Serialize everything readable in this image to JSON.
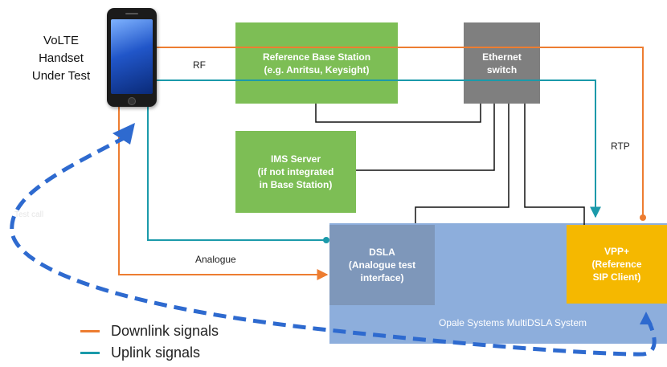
{
  "colors": {
    "downlink": "#ED7D31",
    "uplink": "#1B9AAA",
    "base_station": "#7DBE55",
    "ethernet_switch": "#7F7F7F",
    "ims": "#7DBE55",
    "system": "#8DAEDC",
    "dsla": "#7E97BA",
    "vpp": "#F5B800",
    "dashed": "#2E6ACF",
    "black_line": "#111111"
  },
  "handset": {
    "label": "VoLTE\nHandset\nUnder Test"
  },
  "base_station": {
    "label": "Reference Base Station\n(e.g. Anritsu, Keysight)"
  },
  "ethernet_switch": {
    "label": "Ethernet\nswitch"
  },
  "ims_server": {
    "label": "IMS Server\n(if not integrated\nin Base Station)"
  },
  "dsla": {
    "label": "DSLA\n(Analogue test\ninterface)"
  },
  "vpp": {
    "label": "VPP+\n(Reference\nSIP Client)"
  },
  "system": {
    "label": "Opale Systems MultiDSLA System"
  },
  "connections": {
    "rf": "RF",
    "rtp": "RTP",
    "analogue": "Analogue",
    "faded": "Test call"
  },
  "legend": [
    {
      "label": "Downlink signals",
      "color": "#ED7D31"
    },
    {
      "label": "Uplink signals",
      "color": "#1B9AAA"
    }
  ],
  "icons": {
    "phone": "smartphone-icon"
  }
}
